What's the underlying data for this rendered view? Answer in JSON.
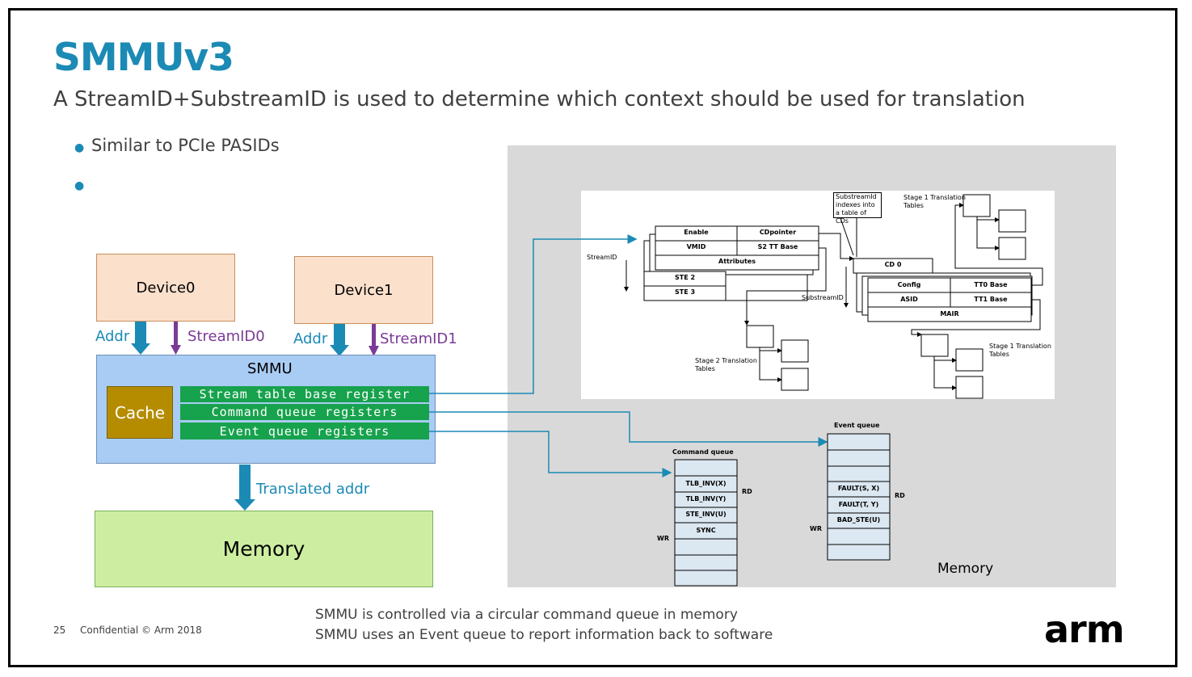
{
  "slide": {
    "title": "SMMUv3",
    "subtitle": "A StreamID+SubstreamID is used to determine which context should be used for translation",
    "bullets": [
      "Similar to PCIe PASIDs",
      ""
    ],
    "page_number": "25",
    "confidential": "Confidential © Arm 2018",
    "footnotes": [
      "SMMU is controlled via a circular command queue in memory",
      "SMMU uses an Event queue to report information back to software"
    ],
    "logo": "arm"
  },
  "left_diagram": {
    "device0": "Device0",
    "device1": "Device1",
    "addr0": "Addr",
    "streamid0": "StreamID0",
    "addr1": "Addr",
    "streamid1": "StreamID1",
    "smmu": "SMMU",
    "cache": "Cache",
    "registers": [
      "Stream table base register",
      "Command queue registers",
      "Event queue registers"
    ],
    "translated": "Translated addr",
    "memory": "Memory"
  },
  "right_diagram": {
    "memory_label": "Memory",
    "stream_table": {
      "streamid_label": "StreamID",
      "enable": "Enable",
      "cdpointer": "CDpointer",
      "vmid": "VMID",
      "s2ttbase": "S2 TT Base",
      "attributes": "Attributes",
      "ste2": "STE 2",
      "ste3": "STE 3"
    },
    "substream_note": "SubstreamId indexes into a table of CDs",
    "substreamid_label": "SubstreamID",
    "stage1_top": "Stage 1 Translation Tables",
    "stage1_bottom": "Stage 1 Translation Tables",
    "stage2": "Stage 2 Translation Tables",
    "cd": {
      "cd0": "CD 0",
      "config": "Config",
      "tt0base": "TT0 Base",
      "asid": "ASID",
      "tt1base": "TT1 Base",
      "mair": "MAIR"
    },
    "command_queue": {
      "title": "Command queue",
      "rd": "RD",
      "wr": "WR",
      "entries": [
        "TLB_INV(X)",
        "TLB_INV(Y)",
        "STE_INV(U)",
        "SYNC"
      ]
    },
    "event_queue": {
      "title": "Event queue",
      "rd": "RD",
      "wr": "WR",
      "entries": [
        "FAULT(S, X)",
        "FAULT(T, Y)",
        "BAD_STE(U)"
      ]
    }
  },
  "colors": {
    "title": "#1b8ab5",
    "arrow_blue": "#1b8ab5",
    "arrow_purple": "#7a3b96",
    "device_fill": "#fbe0cc",
    "smmu_fill": "#a9ccf4",
    "cache_fill": "#b58c00",
    "register_fill": "#17a24d",
    "memory_fill": "#cdeea0",
    "panel_gray": "#d9d9d9",
    "queue_fill": "#dbe7f1"
  }
}
